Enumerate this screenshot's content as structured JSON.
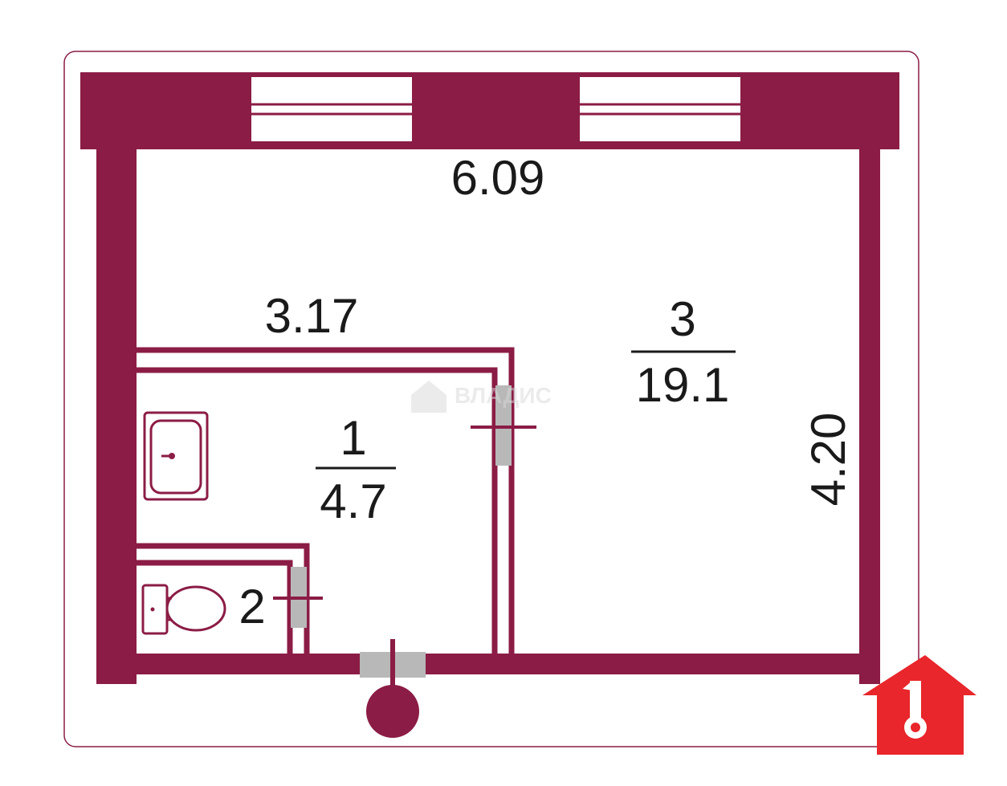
{
  "colors": {
    "wall": "#8b1c45",
    "door": "#b8b8b8",
    "frame": "#8b1c45",
    "logo": "#e8262b",
    "watermark": "#d9d9d9",
    "text": "#1a1a1a"
  },
  "dimensions": {
    "top_width": "6.09",
    "bath_width": "3.17",
    "right_height": "4.20"
  },
  "rooms": [
    {
      "number": "1",
      "area": "4.7"
    },
    {
      "number": "2"
    },
    {
      "number": "3",
      "area": "19.1"
    }
  ],
  "fixtures": [
    "sink-icon",
    "toilet-icon"
  ],
  "watermark": {
    "text": "ВЛАДИС",
    "icon": "house-icon"
  },
  "logo": {
    "icon": "house-key-icon"
  },
  "entrance": {
    "icon": "entrance-marker-icon"
  }
}
